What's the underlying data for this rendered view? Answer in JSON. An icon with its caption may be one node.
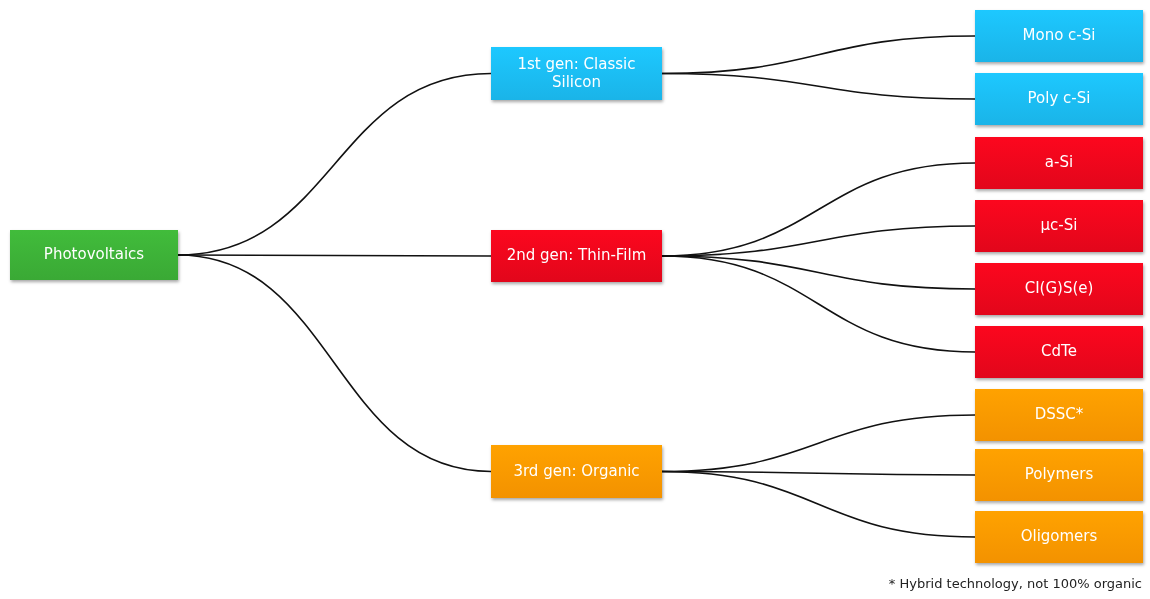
{
  "diagram": {
    "nodes": [
      {
        "text": [
          "Photovoltaics"
        ]
      },
      {
        "text": [
          "1st gen: Classic Silicon"
        ]
      },
      {
        "text": [
          "2nd gen: Thin-Film"
        ]
      },
      {
        "text": [
          "3rd gen: Organic"
        ]
      },
      {
        "text": [
          "Mono c-Si"
        ]
      },
      {
        "text": [
          "Poly c-Si"
        ]
      },
      {
        "text": [
          "a-Si"
        ]
      },
      {
        "text": [
          "µc-Si"
        ]
      },
      {
        "text": [
          "CI(G)S(e)"
        ]
      },
      {
        "text": [
          "CdTe"
        ]
      },
      {
        "text": [
          "DSSC*"
        ]
      },
      {
        "text": [
          "Polymers"
        ]
      },
      {
        "text": [
          "Oligomers"
        ]
      }
    ],
    "edges": [
      {
        "from": 0,
        "to": 1,
        "arrow": "none"
      },
      {
        "from": 0,
        "to": 2,
        "arrow": "none"
      },
      {
        "from": 0,
        "to": 3,
        "arrow": "none"
      },
      {
        "from": 1,
        "to": 4,
        "arrow": "none"
      },
      {
        "from": 1,
        "to": 5,
        "arrow": "none"
      },
      {
        "from": 2,
        "to": 6,
        "arrow": "none"
      },
      {
        "from": 2,
        "to": 7,
        "arrow": "none"
      },
      {
        "from": 2,
        "to": 8,
        "arrow": "none"
      },
      {
        "from": 2,
        "to": 9,
        "arrow": "none"
      },
      {
        "from": 3,
        "to": 10,
        "arrow": "none"
      },
      {
        "from": 3,
        "to": 11,
        "arrow": "none"
      },
      {
        "from": 3,
        "to": 12,
        "arrow": "none"
      }
    ],
    "labels": [
      "* Hybrid technology, not 100% organic"
    ]
  }
}
